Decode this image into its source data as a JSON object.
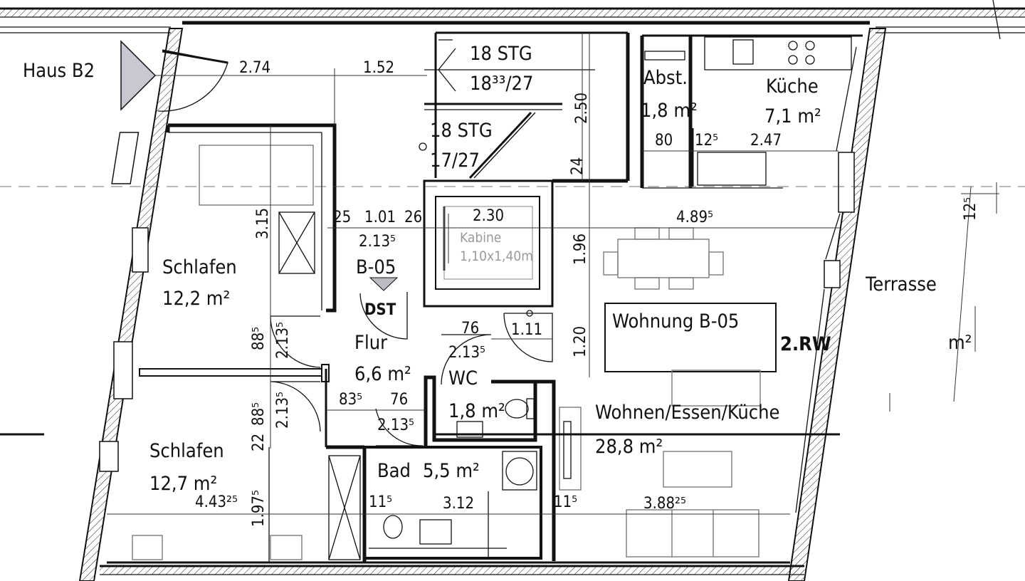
{
  "building": {
    "label": "Haus B2"
  },
  "apartment": {
    "name": "Wohnung B-05",
    "marker": "2.RW",
    "stair_tag": "DST"
  },
  "rooms": {
    "abst": {
      "name": "Abst.",
      "area": "1,8 m²"
    },
    "kueche": {
      "name": "Küche",
      "area": "7,1 m²"
    },
    "schlafen1": {
      "name": "Schlafen",
      "area": "12,2 m²"
    },
    "schlafen2": {
      "name": "Schlafen",
      "area": "12,7 m²"
    },
    "flur": {
      "name": "Flur",
      "area": "6,6 m²"
    },
    "wc": {
      "name": "WC",
      "area": "1,8 m²"
    },
    "bad": {
      "name": "Bad",
      "area": "5,5 m²"
    },
    "wohnen": {
      "name": "Wohnen/Essen/Küche",
      "area": "28,8 m²"
    },
    "terrasse": {
      "name": "Terrasse",
      "area": "m²"
    },
    "kabine": {
      "name": "Kabine",
      "size": "1,10x1,40m"
    },
    "unit_id": "B-05"
  },
  "stairs": [
    {
      "count": "18 STG",
      "ratio": "18³³/27"
    },
    {
      "count": "18 STG",
      "ratio": "17/27"
    }
  ],
  "dimensions": {
    "d_274": "2.74",
    "d_152": "1.52",
    "d_250": "2.50",
    "d_24": "24",
    "d_80": "80",
    "d_125a": "12⁵",
    "d_247": "2.47",
    "d_315": "3.15",
    "d_25": "25",
    "d_101": "1.01",
    "d_26": "26",
    "d_2135a": "2.13⁵",
    "d_230": "2.30",
    "d_4895": "4.89⁵",
    "d_125b": "12⁵",
    "d_196": "1.96",
    "d_885a": "88⁵",
    "d_2135b": "2.13⁵",
    "d_76a": "76",
    "d_111": "1.11",
    "d_2135c": "2.13⁵",
    "d_120": "1.20",
    "d_835": "83⁵",
    "d_76b": "76",
    "d_2135d": "2.13⁵",
    "d_885b": "88⁵",
    "d_2135e": "2.13⁵",
    "d_22": "22",
    "d_44325": "4.43²⁵",
    "d_19775": "1.97⁵",
    "d_115a": "11⁵",
    "d_312": "3.12",
    "d_115b": "11⁵",
    "d_38825": "3.88²⁵"
  }
}
